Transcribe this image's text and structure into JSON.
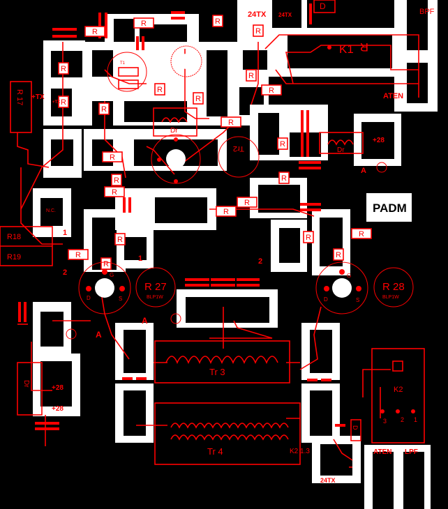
{
  "title": "PADM",
  "labels": {
    "resistor": "R",
    "tx24_a": "24TX",
    "tx24_b": "24TX",
    "tx24_c": "24TX",
    "diode_top": "D",
    "diode_bottom": "D",
    "bpf": "BPF",
    "k1": "K1",
    "k1_r": "R",
    "aten_top": "ATEN",
    "plus_tx_a": "+TX",
    "plus_tx_b": "+TX",
    "r17": "R 17",
    "dr_mid": "Dr",
    "dr_right": "Dr",
    "dr_left": "Dr",
    "plus28_right": "+28",
    "plus28_left_a": "+28",
    "plus28_left_b": "+28",
    "a_right": "A",
    "a_mid": "A",
    "a_left": "A",
    "tr2": "Tr2",
    "t1": "T1",
    "nc": "N.C.",
    "r18": "R18",
    "r19": "R19",
    "pin1_left": "1",
    "pin2_left": "2",
    "pin1_mid": "1",
    "pin2_mid": "2",
    "r27": "R 27",
    "r27_type": "BLP1W",
    "r28": "R 28",
    "r28_type": "BLP1W",
    "gate": "G",
    "drain": "D",
    "source": "S",
    "tr3": "Tr 3",
    "tr4": "Tr 4",
    "k2_pin": "K2 1.3",
    "k2": "K2",
    "k2_p3": "3",
    "k2_p2": "2",
    "k2_p1": "1",
    "aten_bottom": "ATEN",
    "lpf": "LPF"
  },
  "colors": {
    "trace": "#ff0000",
    "copper": "#ffffff",
    "background": "#000000"
  }
}
